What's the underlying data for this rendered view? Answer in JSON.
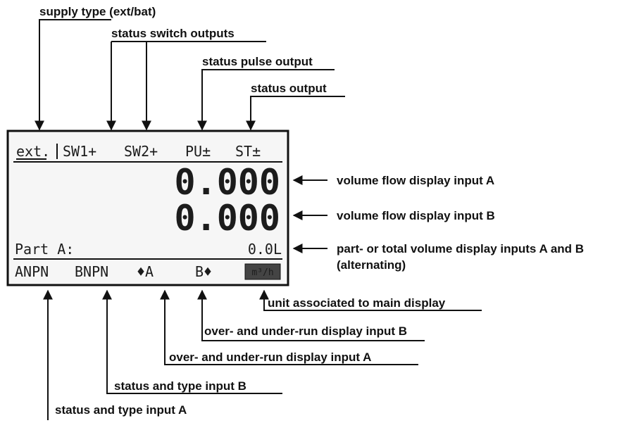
{
  "display": {
    "status_bar": {
      "supply": "ext.",
      "sw1": "SW1+",
      "sw2": "SW2+",
      "pulse": "PU±",
      "status": "ST±"
    },
    "value_a": "0.000",
    "value_b": "0.000",
    "part_label": "Part A:",
    "part_value": "0.0L",
    "bottom_bar": {
      "input_a": "ANPN",
      "input_b": "BNPN",
      "overrun_a": "♦A",
      "overrun_b": "B♦",
      "unit_icon": "m³/h"
    }
  },
  "callouts": {
    "supply_type": "supply type (ext/bat)",
    "status_switch": "status switch outputs",
    "status_pulse": "status pulse output",
    "status_output": "status output",
    "flow_a": "volume flow display input A",
    "flow_b": "volume flow display input B",
    "part_total_line1": "part- or total volume display inputs A and B",
    "part_total_line2": "(alternating)",
    "unit": "unit associated to main display",
    "overrun_b": "over- and under-run display input B",
    "overrun_a": "over- and under-run display input A",
    "type_b": "status and type input B",
    "type_a": "status and type input A"
  }
}
